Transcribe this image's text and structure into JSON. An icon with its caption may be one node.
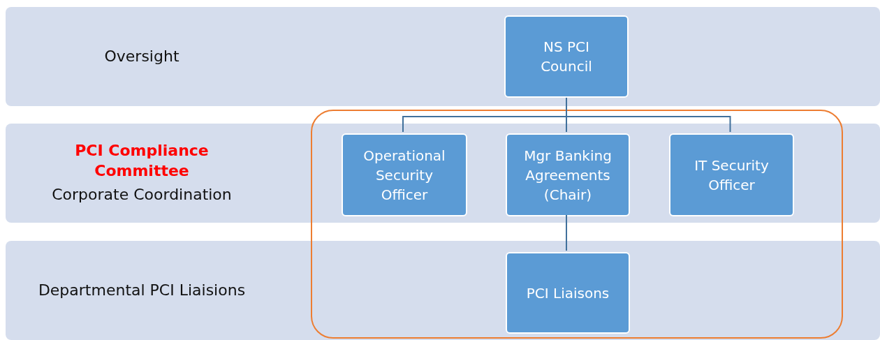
{
  "diagram": {
    "nodes": [
      {
        "text": [
          "NS PCI Council"
        ]
      },
      {
        "text": [],
        "shape": "box"
      },
      {
        "text": [
          "Operational Security Officer"
        ],
        "in": 1
      },
      {
        "text": [
          "Mgr Banking Agreements (Chair)"
        ],
        "in": 1
      },
      {
        "text": [
          "IT Security Officer"
        ],
        "in": 1
      },
      {
        "text": [
          "PCI Liaisons"
        ],
        "in": 1
      }
    ],
    "edges": [
      {
        "from": 0,
        "to": 2,
        "arrow": "none"
      },
      {
        "from": 0,
        "to": 3,
        "arrow": "none"
      },
      {
        "from": 0,
        "to": 4,
        "arrow": "none"
      },
      {
        "from": 3,
        "to": 5,
        "arrow": "none"
      }
    ],
    "labels": [
      "Oversight",
      "PCI Compliance Committee",
      "Corporate Coordination",
      "Departmental PCI Liaisions"
    ]
  }
}
